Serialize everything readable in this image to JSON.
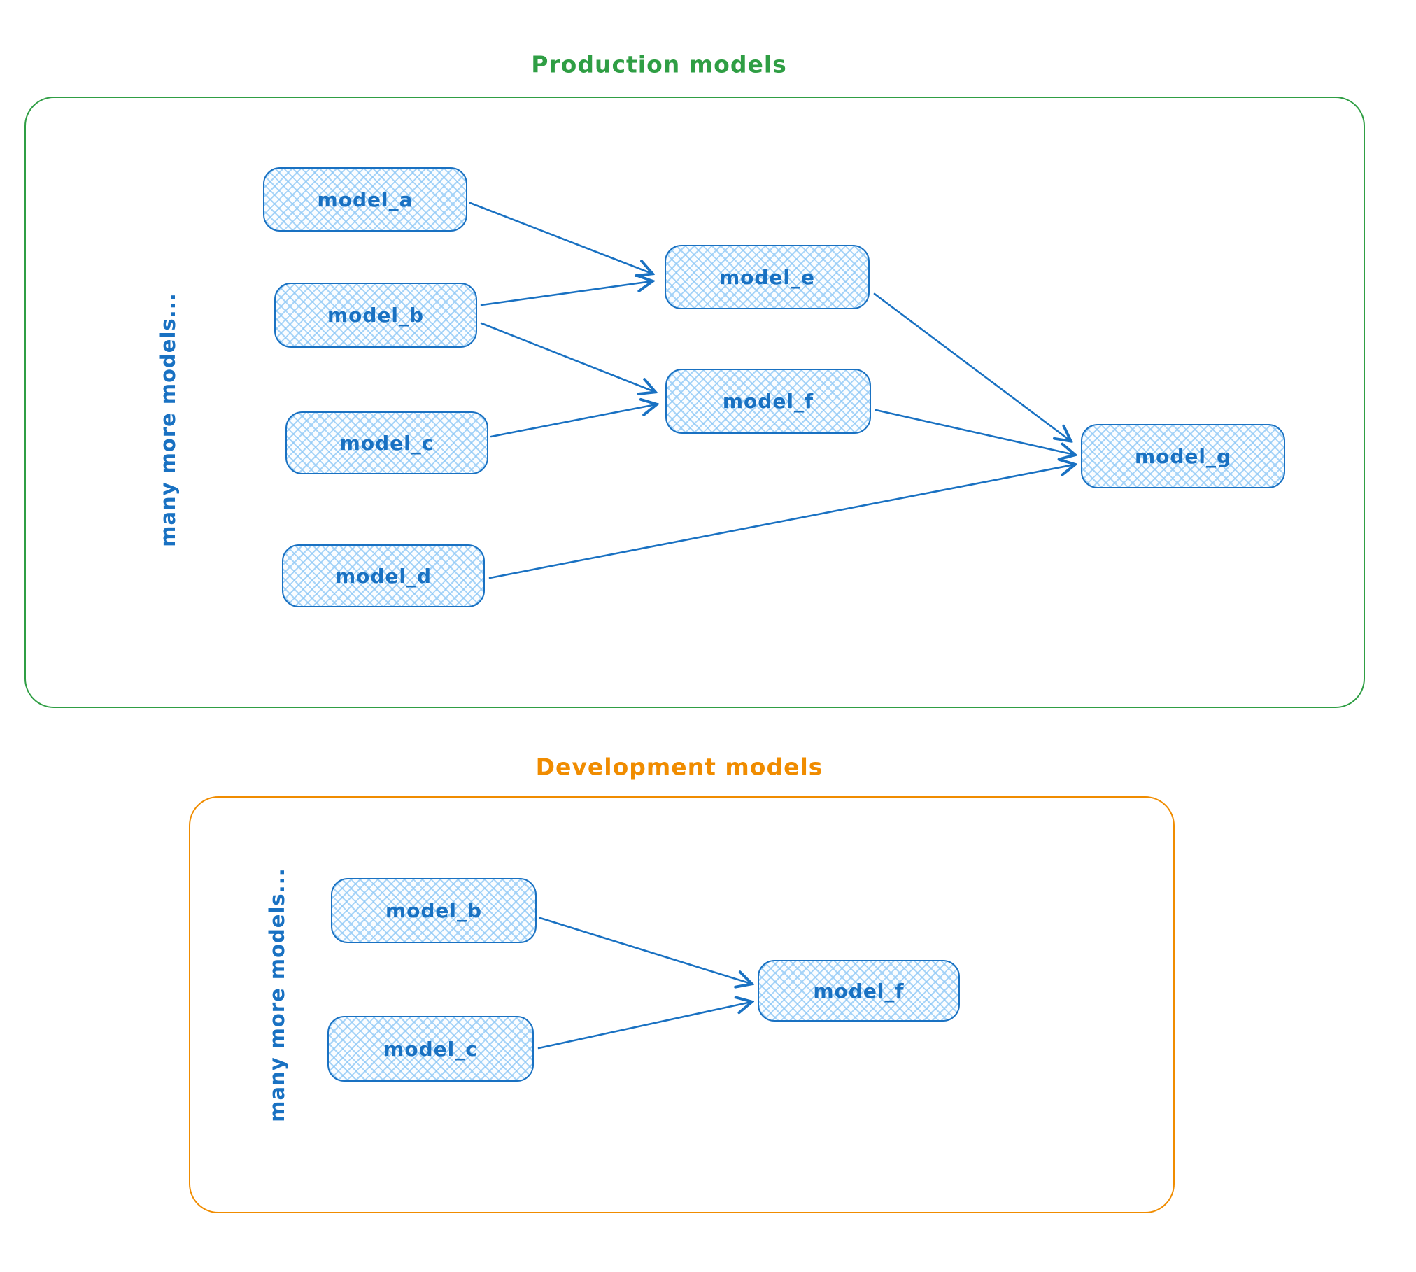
{
  "colors": {
    "node_stroke": "#1971c2",
    "node_fill_hatch": "#a5d8ff",
    "production_accent": "#2f9e44",
    "development_accent": "#f08c00"
  },
  "production": {
    "title": "Production models",
    "side_label": "many more models...",
    "nodes": [
      {
        "id": "model_a",
        "label": "model_a"
      },
      {
        "id": "model_b",
        "label": "model_b"
      },
      {
        "id": "model_c",
        "label": "model_c"
      },
      {
        "id": "model_d",
        "label": "model_d"
      },
      {
        "id": "model_e",
        "label": "model_e"
      },
      {
        "id": "model_f",
        "label": "model_f"
      },
      {
        "id": "model_g",
        "label": "model_g"
      }
    ],
    "edges": [
      {
        "from": "model_a",
        "to": "model_e"
      },
      {
        "from": "model_b",
        "to": "model_e"
      },
      {
        "from": "model_b",
        "to": "model_f"
      },
      {
        "from": "model_c",
        "to": "model_f"
      },
      {
        "from": "model_e",
        "to": "model_g"
      },
      {
        "from": "model_f",
        "to": "model_g"
      },
      {
        "from": "model_d",
        "to": "model_g"
      }
    ]
  },
  "development": {
    "title": "Development models",
    "side_label": "many more models...",
    "nodes": [
      {
        "id": "model_b",
        "label": "model_b"
      },
      {
        "id": "model_c",
        "label": "model_c"
      },
      {
        "id": "model_f",
        "label": "model_f"
      }
    ],
    "edges": [
      {
        "from": "model_b",
        "to": "model_f"
      },
      {
        "from": "model_c",
        "to": "model_f"
      }
    ]
  }
}
